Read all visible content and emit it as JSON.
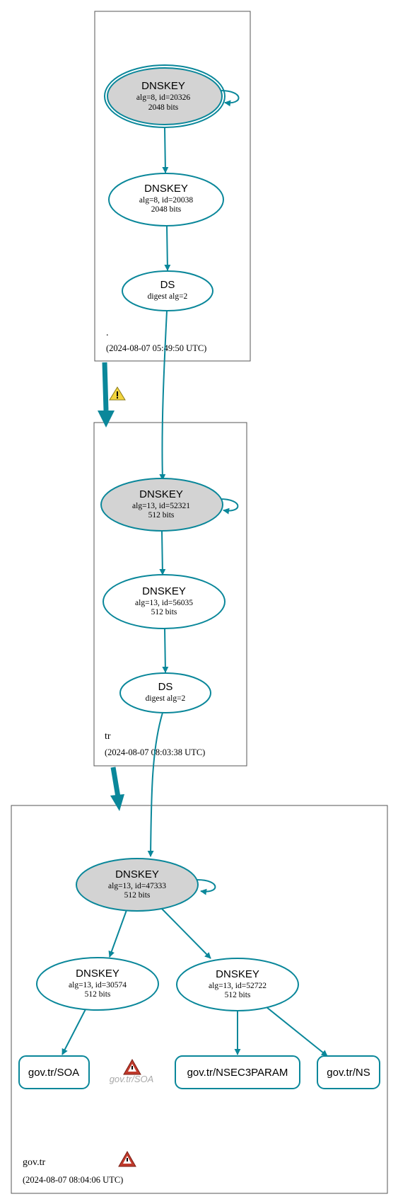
{
  "colors": {
    "edge": "#0a879a",
    "zone_border": "#555555",
    "ksk_fill": "#d3d3d3",
    "warning_fill": "#f2d43d",
    "error_fill": "#c0392b"
  },
  "zones": {
    "root": {
      "name": ".",
      "timestamp": "(2024-08-07 05:49:50 UTC)"
    },
    "tr": {
      "name": "tr",
      "timestamp": "(2024-08-07 08:03:38 UTC)"
    },
    "gov_tr": {
      "name": "gov.tr",
      "timestamp": "(2024-08-07 08:04:06 UTC)"
    }
  },
  "nodes": {
    "root_ksk": {
      "title": "DNSKEY",
      "detail": "alg=8, id=20326",
      "size": "2048 bits"
    },
    "root_zsk": {
      "title": "DNSKEY",
      "detail": "alg=8, id=20038",
      "size": "2048 bits"
    },
    "root_ds": {
      "title": "DS",
      "detail": "digest alg=2"
    },
    "tr_ksk": {
      "title": "DNSKEY",
      "detail": "alg=13, id=52321",
      "size": "512 bits"
    },
    "tr_zsk": {
      "title": "DNSKEY",
      "detail": "alg=13, id=56035",
      "size": "512 bits"
    },
    "tr_ds": {
      "title": "DS",
      "detail": "digest alg=2"
    },
    "gov_ksk": {
      "title": "DNSKEY",
      "detail": "alg=13, id=47333",
      "size": "512 bits"
    },
    "gov_zsk1": {
      "title": "DNSKEY",
      "detail": "alg=13, id=30574",
      "size": "512 bits"
    },
    "gov_zsk2": {
      "title": "DNSKEY",
      "detail": "alg=13, id=52722",
      "size": "512 bits"
    }
  },
  "records": {
    "soa": "gov.tr/SOA",
    "soa_ghost": "gov.tr/SOA",
    "nsec3param": "gov.tr/NSEC3PARAM",
    "ns": "gov.tr/NS"
  },
  "icons": {
    "delegation_warning": "warning-icon",
    "soa_error": "error-icon",
    "zone_error": "error-icon"
  }
}
